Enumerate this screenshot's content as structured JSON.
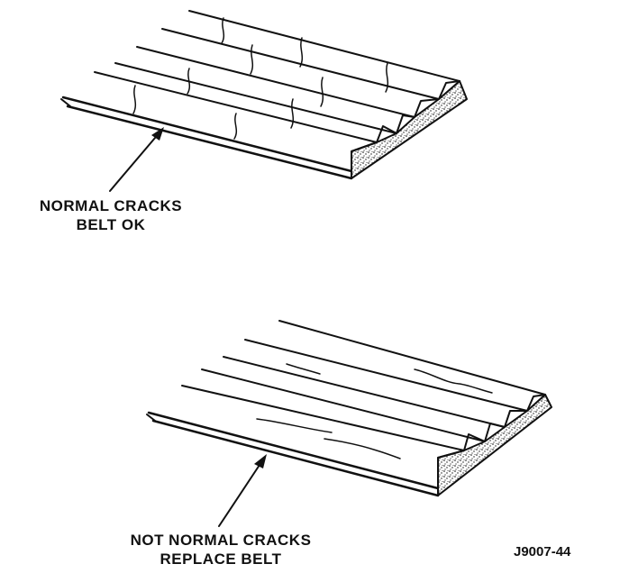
{
  "labels": {
    "top_line1": "NORMAL CRACKS",
    "top_line2": "BELT OK",
    "bottom_line1": "NOT NORMAL CRACKS",
    "bottom_line2": "REPLACE BELT"
  },
  "figure_id": "J9007-44",
  "colors": {
    "ink": "#111111",
    "background": "#ffffff"
  }
}
